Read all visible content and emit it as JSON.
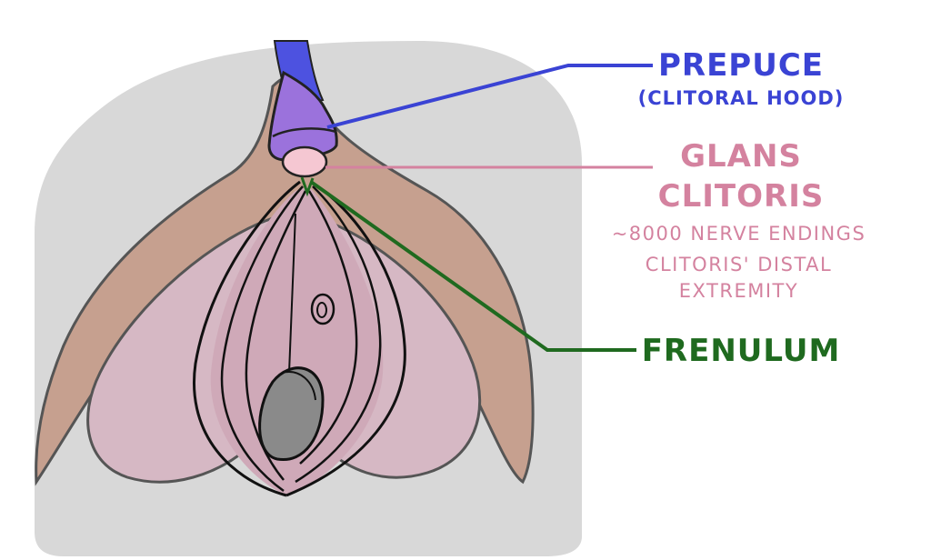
{
  "labels": {
    "prepuce": {
      "title": "PREPUCE",
      "subtitle": "(CLITORAL HOOD)"
    },
    "glans": {
      "title_line1": "GLANS",
      "title_line2": "CLITORIS",
      "note_line1": "~8000 NERVE ENDINGS",
      "note_line2": "CLITORIS' DISTAL",
      "note_line3": "EXTREMITY"
    },
    "frenulum": {
      "title": "FRENULUM"
    }
  },
  "colors": {
    "prepuce": "#3a43d4",
    "glans": "#d4829f",
    "frenulum": "#1f6a1f",
    "background_shape": "#d8d8d8",
    "labia_majora": "#c6a08f",
    "labia_minora": "#d6b8c4",
    "hood_fill": "#9b72dc",
    "glans_fill": "#f5c7d2",
    "opening": "#8a8a8a",
    "outline": "#111111"
  }
}
